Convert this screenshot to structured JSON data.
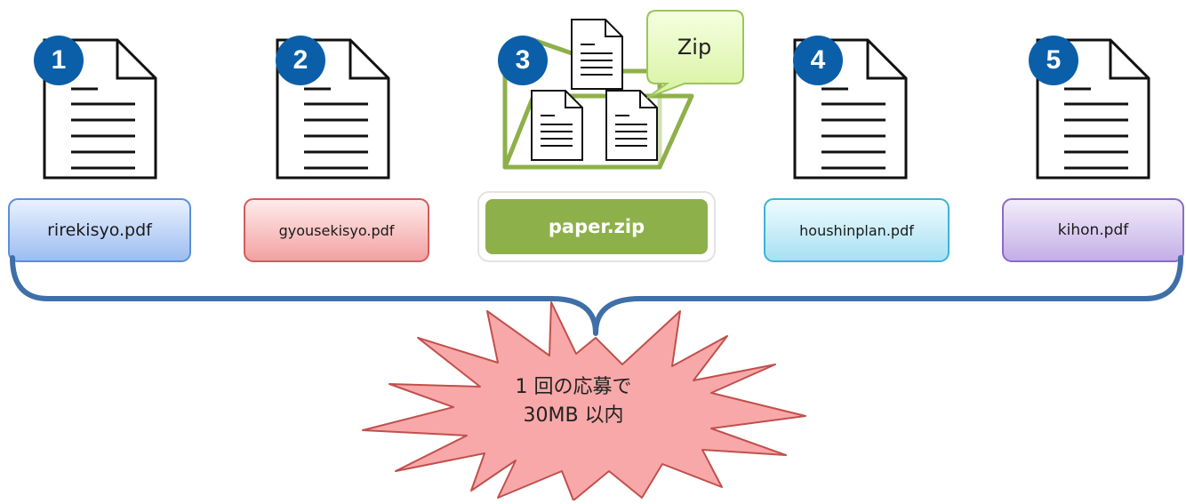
{
  "files": [
    {
      "number": "1",
      "name": "rirekisyo.pdf"
    },
    {
      "number": "2",
      "name": "gyousekisyo.pdf"
    },
    {
      "number": "3",
      "name": "paper.zip"
    },
    {
      "number": "4",
      "name": "houshinplan.pdf"
    },
    {
      "number": "5",
      "name": "kihon.pdf"
    }
  ],
  "zip_callout": "Zip",
  "limit": {
    "line1": "1 回の応募で",
    "line2": "30MB 以内"
  },
  "colors": {
    "badge": "#0b5fa8",
    "brace": "#3f6fa8",
    "zip_green": "#8db04a",
    "burst_fill": "#f8a8a8",
    "burst_stroke": "#c0504d"
  }
}
